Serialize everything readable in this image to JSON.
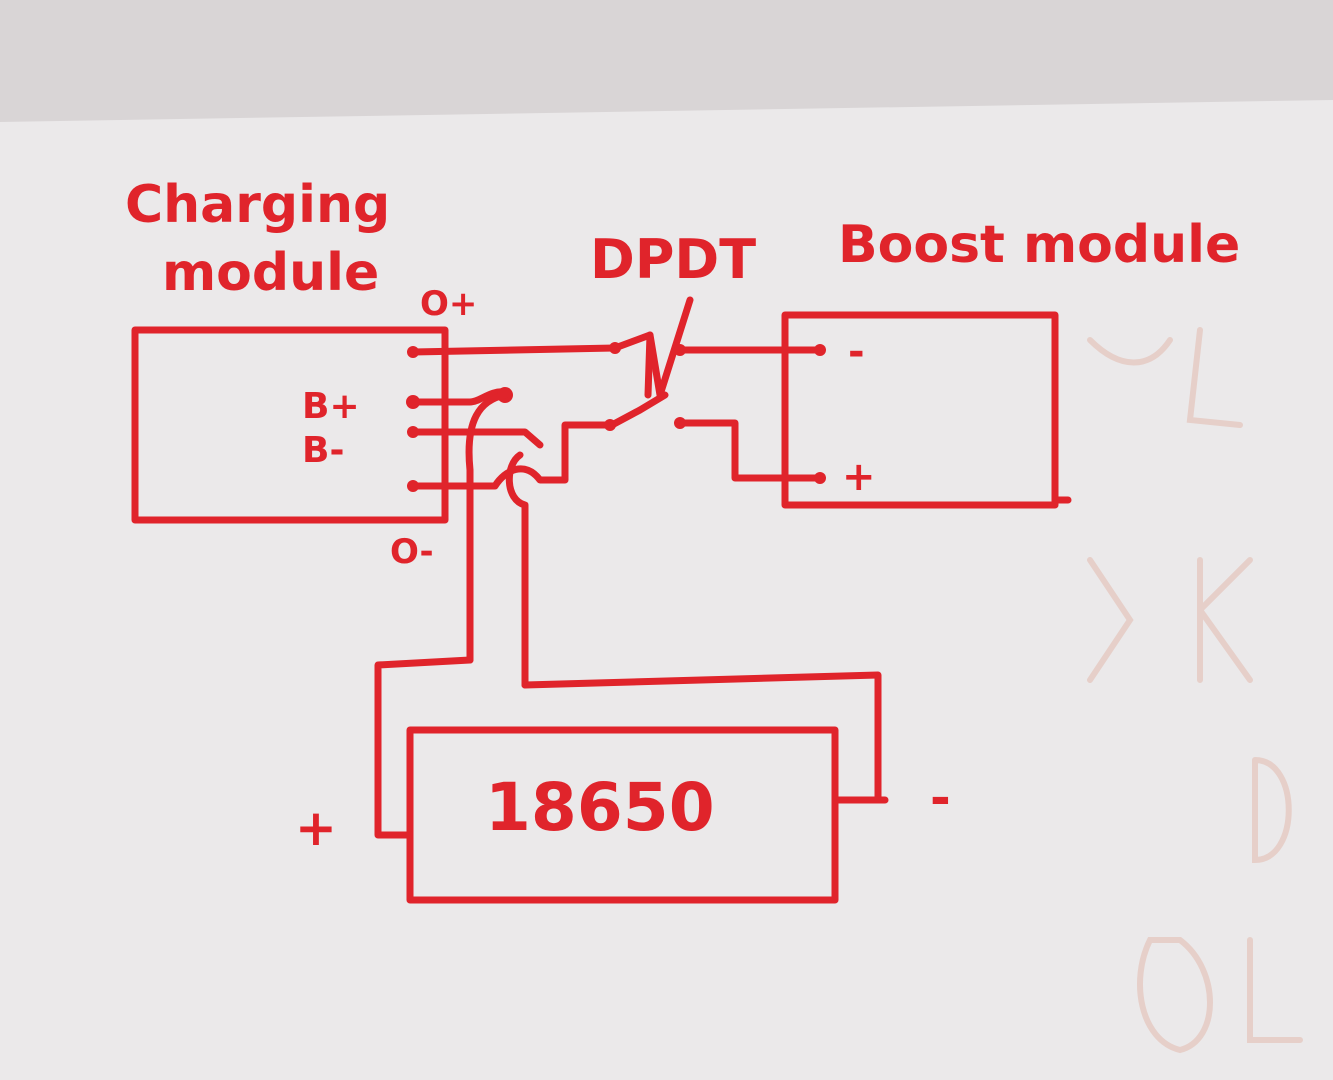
{
  "diagram": {
    "labels": {
      "charging_line1": "Charging",
      "charging_line2": "module",
      "dpdt": "DPDT",
      "boost": "Boost module",
      "o_plus": "O+",
      "o_minus": "O-",
      "b_plus": "B+",
      "b_minus": "B-",
      "boost_minus": "-",
      "boost_plus": "+",
      "battery": "18650",
      "battery_plus": "+",
      "battery_minus": "-"
    },
    "colors": {
      "paper": "#ebe9ea",
      "shadow": "#d4d0d1",
      "ink": "#e0242b",
      "ghost": "#e6cfc9"
    }
  }
}
